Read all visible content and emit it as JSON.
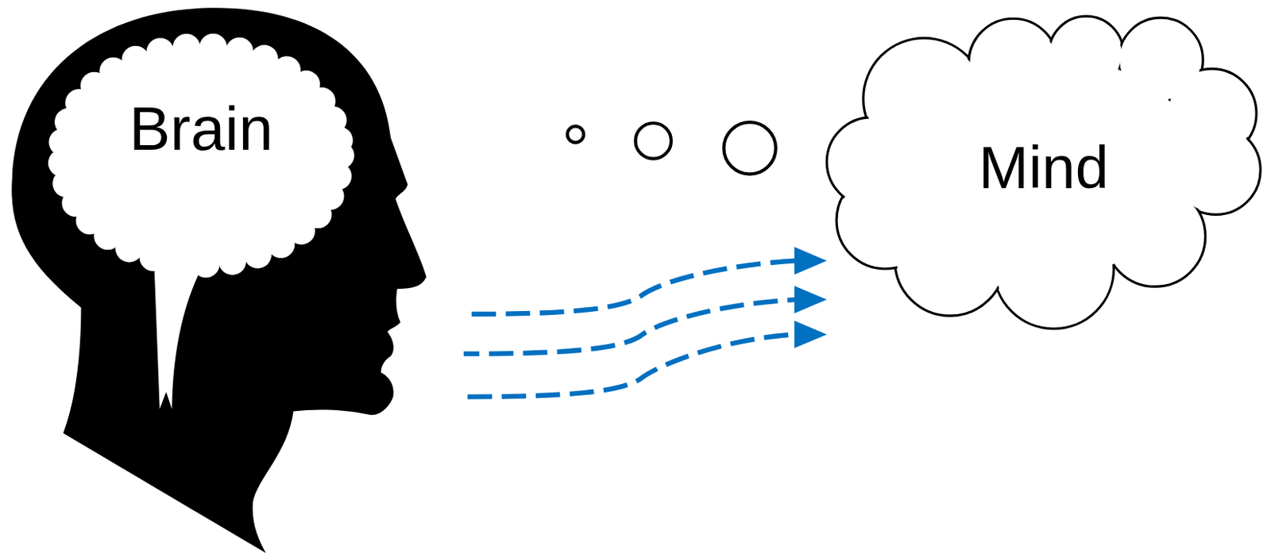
{
  "diagram": {
    "nodes": [
      {
        "text": [
          "Brain"
        ]
      },
      {
        "text": [
          "Mind"
        ]
      }
    ],
    "edges": [
      {
        "from": 0,
        "to": 1,
        "arrow": "to"
      },
      {
        "from": 0,
        "to": 1,
        "arrow": "to"
      },
      {
        "from": 0,
        "to": 1,
        "arrow": "to"
      }
    ]
  }
}
